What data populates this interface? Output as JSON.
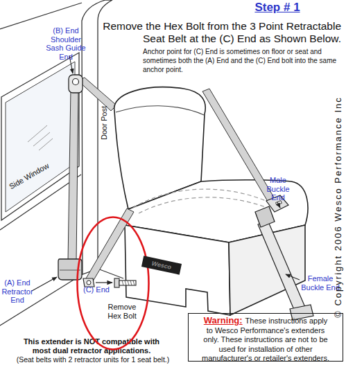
{
  "diagram": {
    "title": "Step # 1",
    "nodes": [
      {
        "text": [
          "(C) End",
          "Remove Hex Bolt"
        ]
      },
      {
        "text": [
          "Wesco"
        ]
      },
      {
        "text": [
          "Warning:",
          "These instructions apply to Wesco Performance's extenders only. These instructions are not to be used for installation of other manufacturer's or retailer's extenders."
        ]
      }
    ],
    "labels": [
      "Remove the Hex Bolt from the 3 Point Retractable Seat Belt at the (C) End as Shown Below.",
      "Anchor point for (C) End is sometimes on floor or seat and sometimes both the (A) End and the (C) End bolt into the same anchor point.",
      "(B) End Shoulder Sash Guide End",
      "Door Post",
      "Side Window",
      "(A) End Retractor End",
      "Male Buckle End",
      "Female Buckle End",
      "© Copyright 2006 Wesco Performance Inc",
      "This extender is NOT compatible with most dual retractor applications.",
      "(Seat belts with 2 retractor units for 1 seat belt.)"
    ]
  }
}
